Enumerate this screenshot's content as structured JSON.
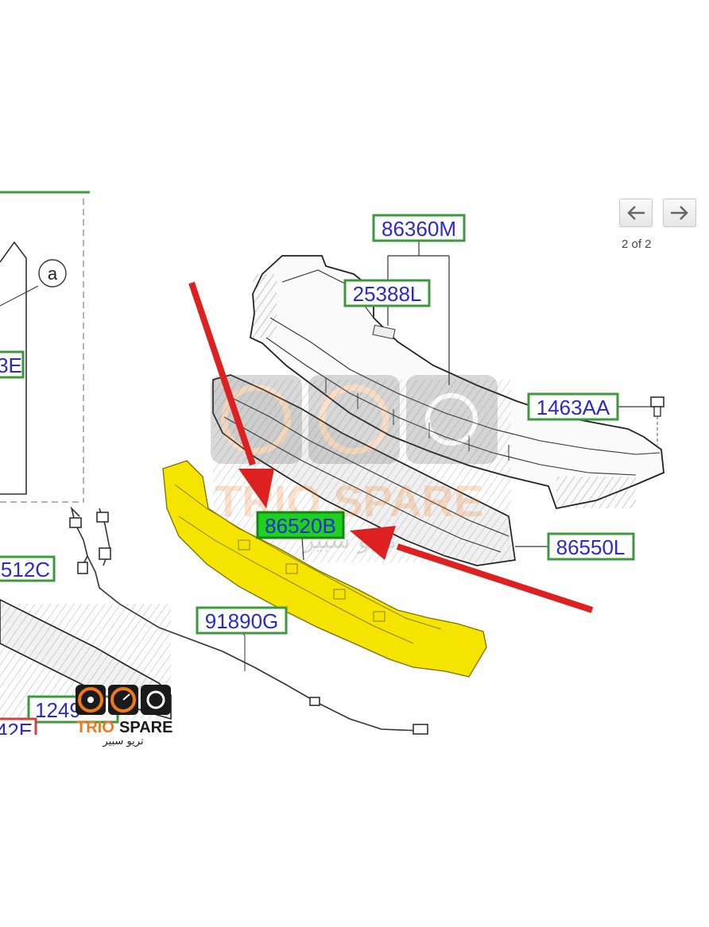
{
  "parts": {
    "p86360M": "86360M",
    "p25388L": "25388L",
    "p1463AA": "1463AA",
    "p86520B": "86520B",
    "p86550L": "86550L",
    "p91890G": "91890G",
    "p512C": "512C",
    "p3E": "3E",
    "p1249": "1249",
    "p42E": "42E",
    "callout_a": "a"
  },
  "watermark": {
    "latin": "TRIO SPARE",
    "arabic": "تريو سبير"
  },
  "logo": {
    "latin_a": "TRIO",
    "latin_b": "SPARE",
    "arabic": "تريو سبير"
  },
  "pager": {
    "counter": "2 of 2",
    "prev_icon": "arrow-left-icon",
    "next_icon": "arrow-right-icon"
  },
  "colors": {
    "label_box": "#3c9a3c",
    "label_text": "#2a2ad0",
    "highlight_part": "#f5e400",
    "arrow": "#dd2020",
    "selected_label_bg": "#1fd11f"
  }
}
